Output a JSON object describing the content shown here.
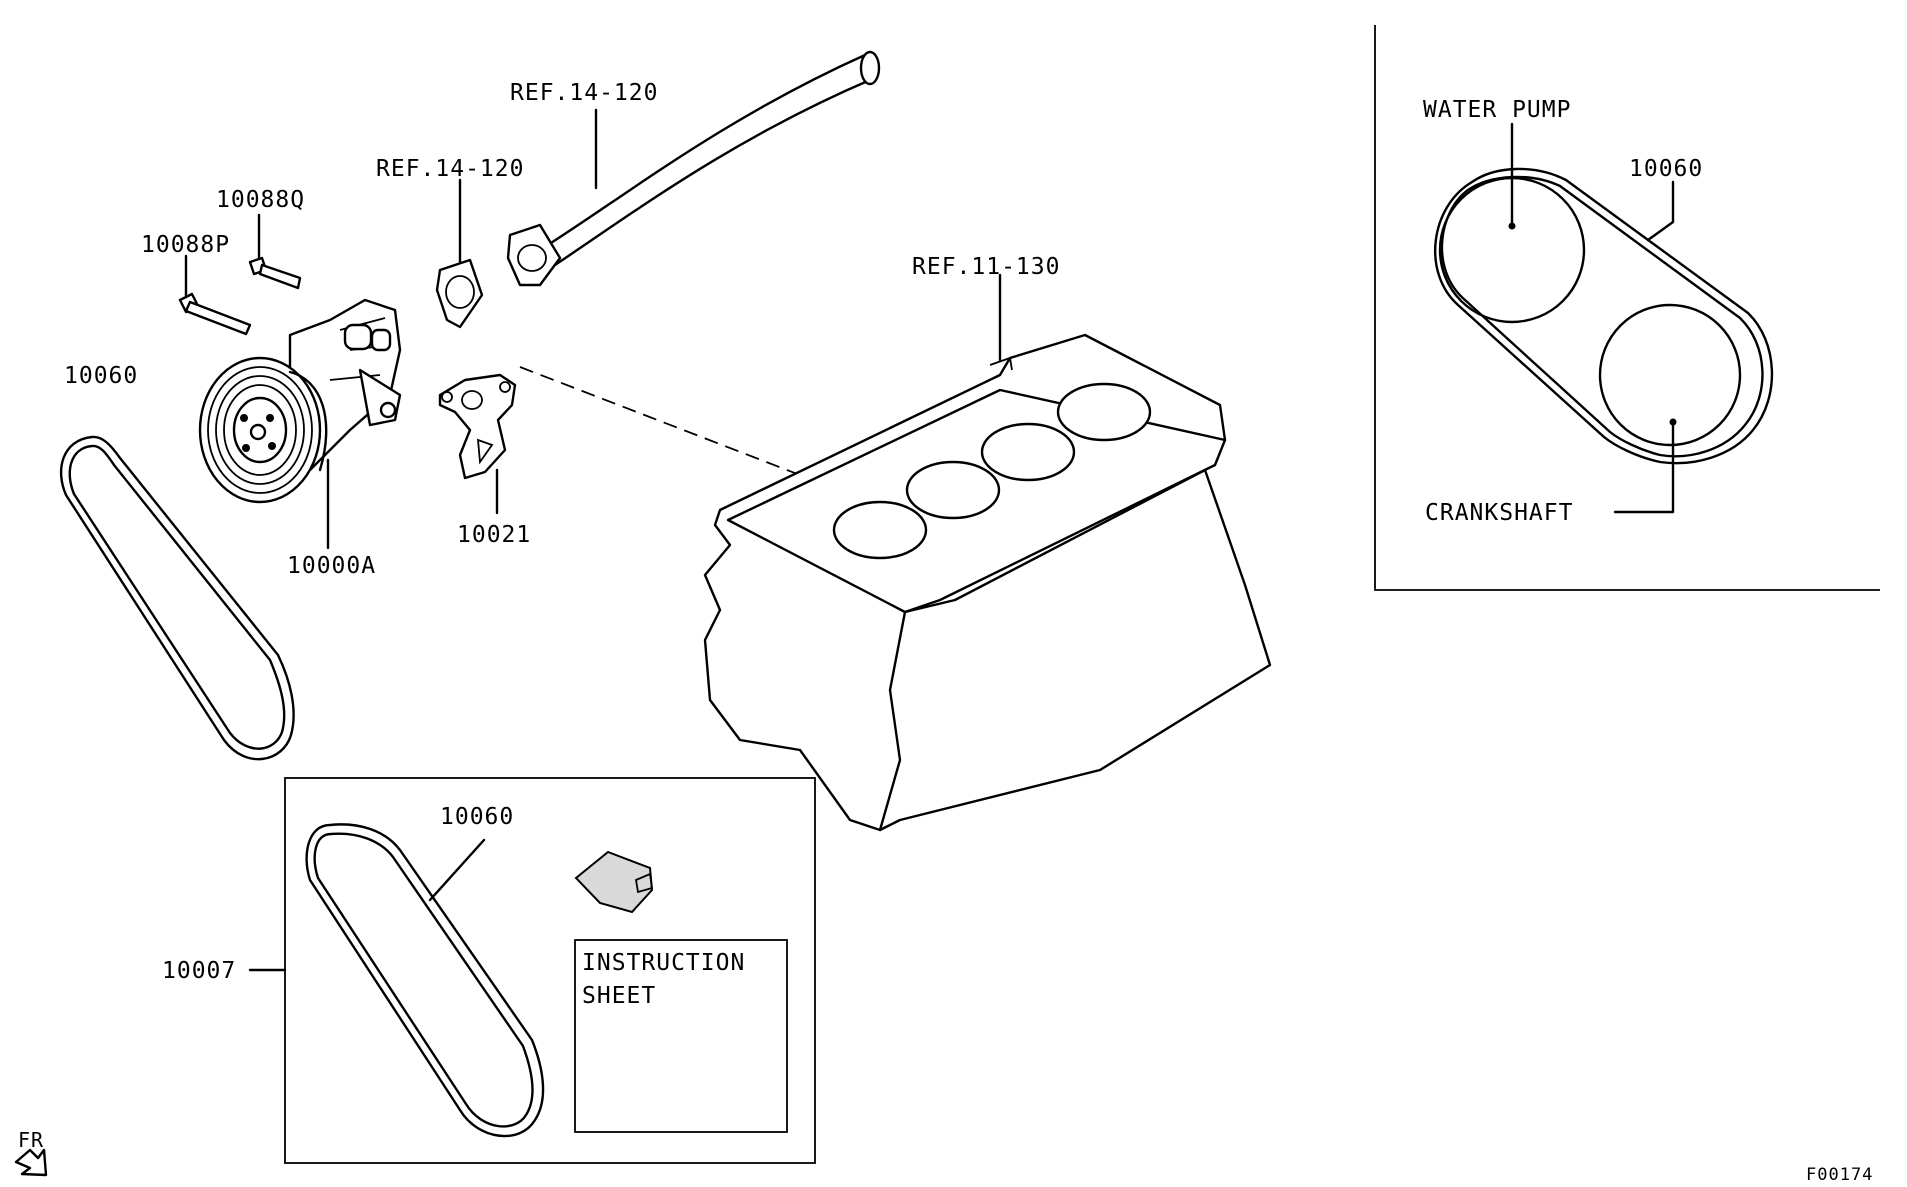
{
  "labels": {
    "ref_14_120_top": "REF.14-120",
    "ref_14_120_mid": "REF.14-120",
    "ref_11_130": "REF.11-130",
    "p10088q": "10088Q",
    "p10088p": "10088P",
    "p10060_left": "10060",
    "p10000a": "10000A",
    "p10021": "10021",
    "p10060_box": "10060",
    "p10007": "10007",
    "instruction_line1": "INSTRUCTION",
    "instruction_line2": "SHEET",
    "water_pump": "WATER PUMP",
    "p10060_inset": "10060",
    "crankshaft": "CRANKSHAFT",
    "fr": "FR",
    "figure_code": "F00174"
  },
  "icons": {
    "front_arrow": "front-direction-arrow-icon"
  }
}
